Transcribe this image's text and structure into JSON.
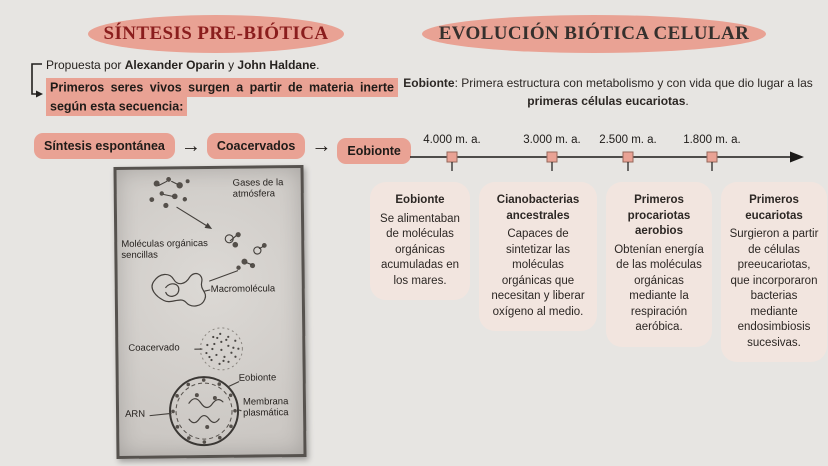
{
  "colors": {
    "background": "#e7e5e2",
    "accent_salmon": "#e9a294",
    "card_background": "#f2e5df",
    "left_title_color": "#8a1d1d",
    "right_title_color": "#35302d",
    "text_color": "#26221f"
  },
  "left": {
    "title": "SÍNTESIS PRE-BIÓTICA",
    "authors_line": {
      "prefix": "Propuesta por ",
      "author1": "Alexander Oparin",
      "conjunction": " y ",
      "author2": "John Haldane",
      "period": "."
    },
    "highlight_text": "Primeros seres vivos surgen a partir de materia inerte según esta secuencia:",
    "sequence": {
      "steps": [
        "Síntesis espontánea",
        "Coacervados",
        "Eobionte"
      ],
      "arrow": "→"
    },
    "figure": {
      "labels": {
        "gases": "Gases de la atmósfera",
        "moleculas": "Moléculas orgánicas sencillas",
        "macromolecula": "Macromolécula",
        "coacervado": "Coacervado",
        "eobionte": "Eobionte",
        "arn": "ARN",
        "membrana": "Membrana plasmática"
      }
    }
  },
  "right": {
    "title": "EVOLUCIÓN BIÓTICA CELULAR",
    "intro": {
      "term": "Eobionte",
      "middle": ": Primera estructura con metabolismo y con vida que dio lugar a las ",
      "bold": "primeras células eucariotas",
      "end": "."
    },
    "timeline": {
      "dates": [
        "4.000 m. a.",
        "3.000 m. a.",
        "2.500 m. a.",
        "1.800 m. a."
      ]
    },
    "cards": [
      {
        "title": "Eobionte",
        "body": "Se alimentaban de moléculas orgánicas acumuladas en los mares."
      },
      {
        "title": "Cianobacterias ancestrales",
        "body": "Capaces de sintetizar las moléculas orgánicas que necesitan y liberar oxígeno al medio."
      },
      {
        "title": "Primeros procariotas aerobios",
        "body": "Obtenían energía de las moléculas orgánicas mediante la respiración aeróbica."
      },
      {
        "title": "Primeros eucariotas",
        "body": "Surgieron a partir de células preeucariotas, que incorporaron bacterias mediante endosimbiosis sucesivas."
      }
    ]
  }
}
